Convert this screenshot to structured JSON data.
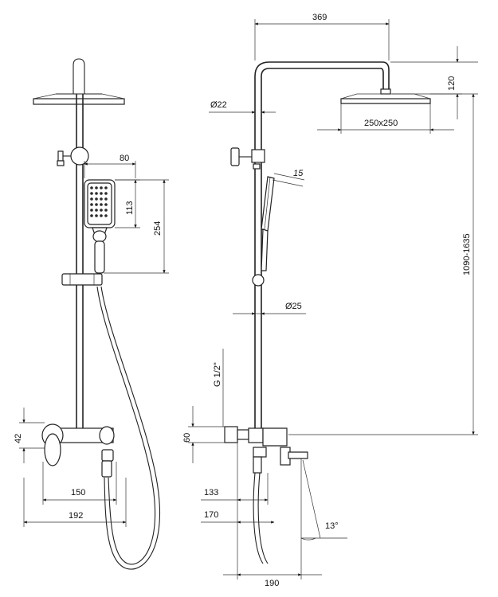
{
  "dimensions": {
    "front": {
      "handshower_width": "80",
      "handshower_head_height": "113",
      "handshower_length": "254",
      "mixer_height": "42",
      "mixer_inner_width": "150",
      "mixer_outer_width": "192"
    },
    "side": {
      "arm_length": "369",
      "arm_drop": "120",
      "pipe_diameter": "Ø22",
      "head_size": "250x250",
      "handshower_angle": "15",
      "bar_diameter": "Ø25",
      "connection_thread": "G 1/2\"",
      "height_range": "1090-1635",
      "mixer_height": "60",
      "offset_133": "133",
      "offset_170": "170",
      "offset_190": "190",
      "spout_angle": "13°"
    }
  }
}
